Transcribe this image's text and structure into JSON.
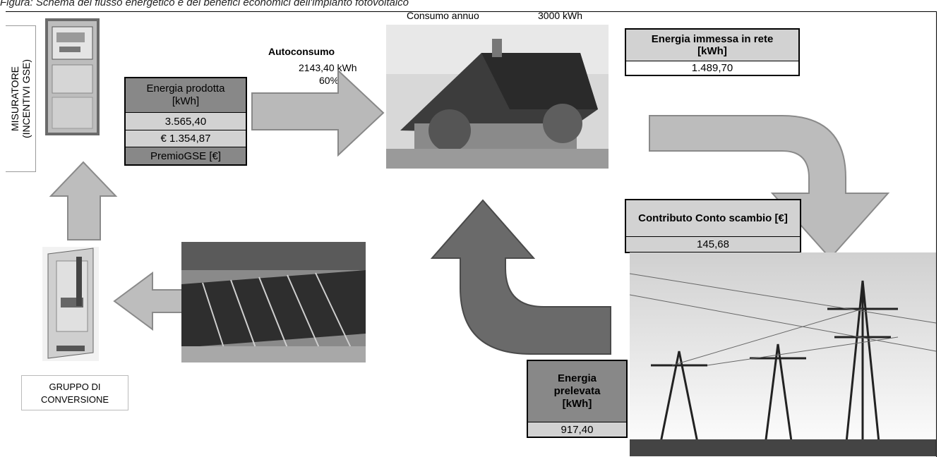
{
  "caption": "Figura: Schema del flusso energetico e dei benefici economici dell'impianto fotovoltaico",
  "left_box": {
    "line1": "MISURATORE",
    "line2": "(INCENTIVI GSE)"
  },
  "production": {
    "header": "Energia prodotta [kWh]",
    "energy": "3.565,40",
    "money": "€ 1.354,87",
    "footer": "PremioGSE [€]"
  },
  "selfconsumption": {
    "title": "Autoconsumo",
    "kwh": "2143,40 kWh",
    "pct": "60%"
  },
  "consumption": {
    "label": "Consumo annuo",
    "value": "3000 kWh"
  },
  "injected": {
    "header": "Energia immessa in rete [kWh]",
    "value": "1.489,70"
  },
  "exchange": {
    "header": "Contributo Conto scambio [€]",
    "value": "145,68"
  },
  "withdrawn": {
    "header": "Energia prelevata [kWh]",
    "value": "917,40"
  },
  "inverter_label": {
    "line1": "GRUPPO DI",
    "line2": "CONVERSIONE"
  }
}
